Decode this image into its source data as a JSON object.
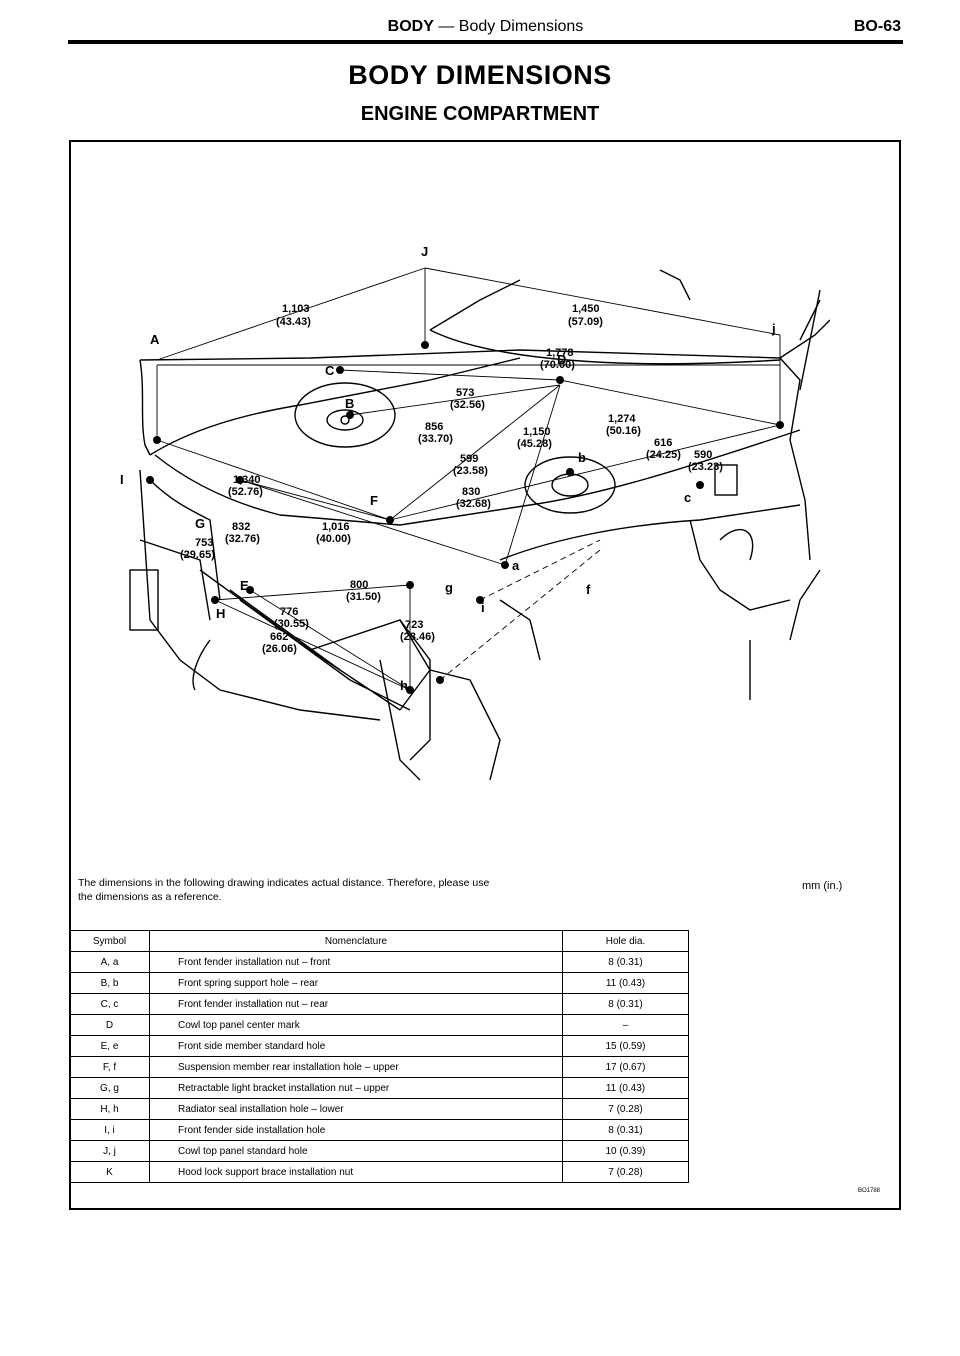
{
  "header": {
    "section": "BODY",
    "subtitle": "— Body Dimensions",
    "page": "BO-63"
  },
  "title": "BODY DIMENSIONS",
  "subtitle": "ENGINE COMPARTMENT",
  "labels": {
    "A": "A",
    "J": "J",
    "j": "j",
    "C": "C",
    "B": "B",
    "D": "D",
    "I": "I",
    "G": "G",
    "F": "F",
    "E": "E",
    "H": "H",
    "h": "h",
    "b": "b",
    "c": "c",
    "a": "a",
    "g": "g",
    "i": "i",
    "f": "f"
  },
  "dimensions": [
    "1,103",
    "(43.43)",
    "1,450",
    "(57.09)",
    "1,778",
    "(70.00)",
    "573",
    "(32.56)",
    "856",
    "(33.70)",
    "1,150",
    "(45.28)",
    "1,274",
    "(50.16)",
    "616",
    "(24.25)",
    "590",
    "(23.23)",
    "599",
    "(23.58)",
    "1,340",
    "(52.76)",
    "830",
    "(32.68)",
    "832",
    "(32.76)",
    "1,016",
    "(40.00)",
    "753",
    "(29.65)",
    "800",
    "(31.50)",
    "776",
    "(30.55)",
    "723",
    "(28.46)",
    "662",
    "(26.06)"
  ],
  "note": "The dimensions in the following drawing indicates actual distance. Therefore, please use the dimensions as a reference.",
  "units": "mm (in.)",
  "table": {
    "headers": [
      "Symbol",
      "Nomenclature",
      "Hole dia."
    ],
    "rows": [
      [
        "A, a",
        "Front fender installation nut – front",
        "8 (0.31)"
      ],
      [
        "B, b",
        "Front spring support hole – rear",
        "11 (0.43)"
      ],
      [
        "C, c",
        "Front fender installation nut – rear",
        "8 (0.31)"
      ],
      [
        "D",
        "Cowl top panel center mark",
        "–"
      ],
      [
        "E, e",
        "Front side member standard hole",
        "15 (0.59)"
      ],
      [
        "F, f",
        "Suspension member rear installation hole – upper",
        "17 (0.67)"
      ],
      [
        "G, g",
        "Retractable light bracket installation nut – upper",
        "11 (0.43)"
      ],
      [
        "H, h",
        "Radiator seal installation hole – lower",
        "7 (0.28)"
      ],
      [
        "I, i",
        "Front fender side installation hole",
        "8 (0.31)"
      ],
      [
        "J, j",
        "Cowl top panel standard hole",
        "10 (0.39)"
      ],
      [
        "K",
        "Hood lock support brace installation nut",
        "7 (0.28)"
      ]
    ]
  },
  "figure_code": "BO1788"
}
